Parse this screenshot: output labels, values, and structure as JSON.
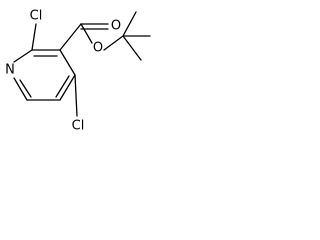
{
  "molecule": {
    "atoms": {
      "nitrogen": "N",
      "chlorine_2": "Cl",
      "chlorine_4": "Cl",
      "carbonyl_oxygen": "O",
      "ester_oxygen": "O"
    }
  }
}
